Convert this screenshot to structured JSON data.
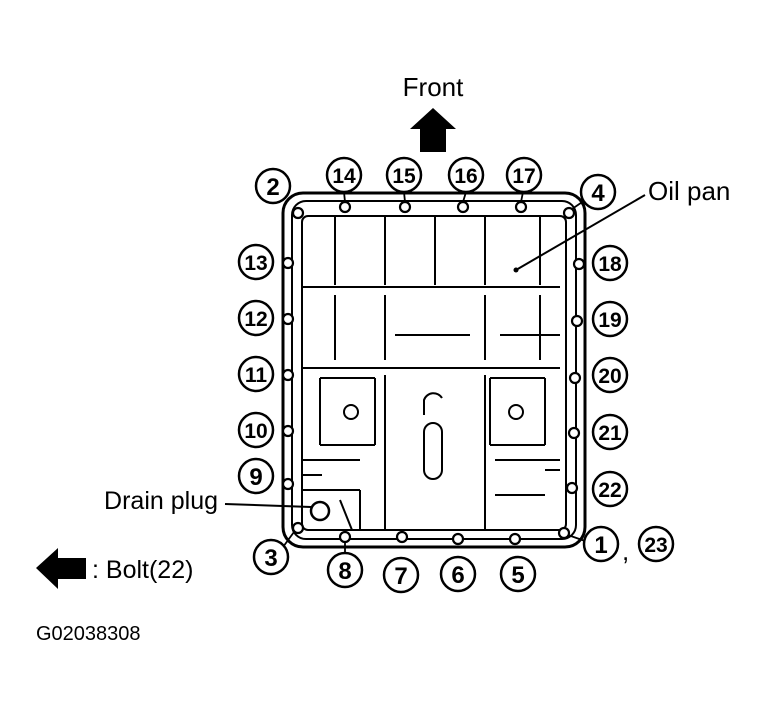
{
  "labels": {
    "front": "Front",
    "oil_pan": "Oil pan",
    "drain_plug": "Drain plug",
    "legend": ": Bolt(22)",
    "figure_id": "G02038308",
    "comma": ","
  },
  "bolt_sequence": {
    "top": [
      "14",
      "15",
      "16",
      "17"
    ],
    "top_left_corner": "2",
    "top_right_corner": "4",
    "left": [
      "13",
      "12",
      "11",
      "10",
      "9"
    ],
    "right": [
      "18",
      "19",
      "20",
      "21",
      "22"
    ],
    "bottom_left_corner": "3",
    "bottom_right_corner": [
      "1",
      "23"
    ],
    "bottom": [
      "8",
      "7",
      "6",
      "5"
    ]
  },
  "colors": {
    "ink": "#000000",
    "background": "#ffffff"
  }
}
